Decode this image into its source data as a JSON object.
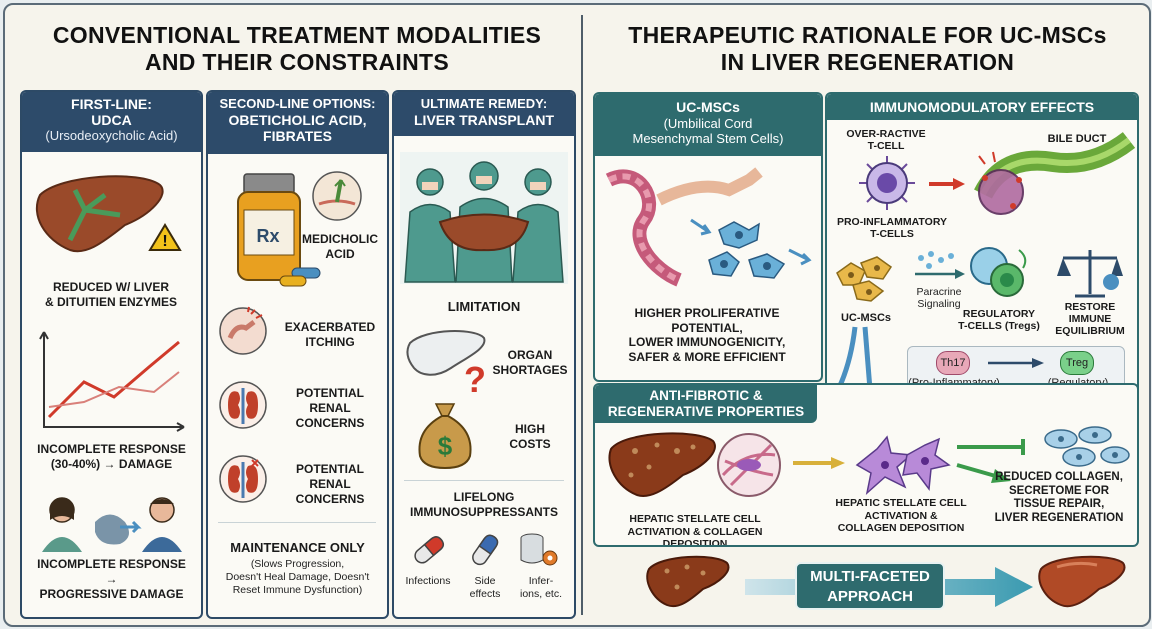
{
  "left": {
    "title_line1": "CONVENTIONAL TREATMENT MODALITIES",
    "title_line2": "AND THEIR CONSTRAINTS",
    "col1": {
      "head1": "FIRST-LINE:",
      "head2": "UDCA",
      "head3": "(Ursodeoxycholic Acid)",
      "reduced_line1": "REDUCED W/ LIVER",
      "reduced_line2": "& DITUITIEN ENZYMES",
      "incomplete_line1": "INCOMPLETE RESPONSE",
      "incomplete_line2": "(30-40%) → DAMAGE",
      "bottom_line1": "INCOMPLETE RESPONSE",
      "bottom_arrow": "→",
      "bottom_line2": "PROGRESSIVE DAMAGE"
    },
    "col2": {
      "head1": "SECOND-LINE OPTIONS:",
      "head2": "OBETICHOLIC ACID,",
      "head3": "FIBRATES",
      "rx": "Rx",
      "medicholic_line1": "MEDICHOLIC",
      "medicholic_line2": "ACID",
      "itch_line1": "EXACERBATED",
      "itch_line2": "ITCHING",
      "renal1_line1": "POTENTIAL",
      "renal1_line2": "RENAL",
      "renal1_line3": "CONCERNS",
      "renal2_line1": "POTENTIAL",
      "renal2_line2": "RENAL",
      "renal2_line3": "CONCERNS",
      "maint_title": "MAINTENANCE ONLY",
      "maint_line1": "(Slows Progression,",
      "maint_line2": "Doesn't Heal Damage, Doesn't",
      "maint_line3": "Reset Immune Dysfunction)"
    },
    "col3": {
      "head1": "ULTIMATE REMEDY:",
      "head2": "LIVER TRANSPLANT",
      "limitation": "LIMITATION",
      "organ_line1": "ORGAN",
      "organ_line2": "SHORTAGES",
      "cost_line1": "HIGH",
      "cost_line2": "COSTS",
      "lifelong_line1": "LIFELONG",
      "lifelong_line2": "IMMUNOSUPPRESSANTS",
      "infections": "Infections",
      "side_line1": "Side",
      "side_line2": "effects",
      "infer_line1": "Infer-",
      "infer_line2": "ions, etc."
    }
  },
  "right": {
    "title_line1": "THERAPEUTIC RATIONALE FOR UC-MSCs",
    "title_line2": "IN LIVER REGENERATION",
    "ucmsc": {
      "head1": "UC-MSCs",
      "head2": "(Umbilical Cord",
      "head3": "Mesenchymal Stem Cells)",
      "desc_line1": "HIGHER PROLIFERATIVE",
      "desc_line2": "POTENTIAL,",
      "desc_line3": "LOWER IMMUNOGENICITY,",
      "desc_line4": "SAFER & MORE EFFICIENT",
      "cells_label": "UC-MSCs"
    },
    "immuno": {
      "head": "IMMUNOMODULATORY EFFECTS",
      "overreactive_line1": "OVER-RACTIVE",
      "overreactive_line2": "T-CELL",
      "bile_duct": "BILE DUCT",
      "proinf_line1": "PRO-INFLAMMATORY",
      "proinf_line2": "T-CELLS",
      "paracrine_line1": "Paracrine",
      "paracrine_line2": "Signaling",
      "treg_line1": "REGULATORY",
      "treg_line2": "T-CELLS (Tregs)",
      "restore_line1": "RESTORE",
      "restore_line2": "IMMUNE",
      "restore_line3": "EQUILIBRIUM",
      "th17": "Th17",
      "th17_sub": "(Pro-Inflammatory)",
      "treg": "Treg",
      "treg_sub": "(Regulatory)"
    },
    "antifib": {
      "head1": "ANTI-FIBROTIC &",
      "head2": "REGENERATIVE PROPERTIES",
      "hsc1_line1": "HEPATIC STELLATE CELL",
      "hsc1_line2": "ACTIVATION & COLLAGEN DEPOSITION",
      "hsc2_line1": "HEPATIC STELLATE CELL",
      "hsc2_line2": "ACTIVATION &",
      "hsc2_line3": "COLLAGEN DEPOSITION",
      "result_line1": "REDUCED COLLAGEN,",
      "result_line2": "SECRETOME FOR",
      "result_line3": "TISSUE REPAIR,",
      "result_line4": "LIVER REGENERATION"
    },
    "multi_line1": "MULTI-FACETED",
    "multi_line2": "APPROACH"
  },
  "colors": {
    "navy_header": "#2d4b6a",
    "teal_header": "#2e6b6e",
    "liver_brown": "#9a4a2a",
    "arrow_red": "#d03a2a",
    "arrow_blue": "#4a8fc0",
    "arrow_green": "#3a9a4a"
  }
}
